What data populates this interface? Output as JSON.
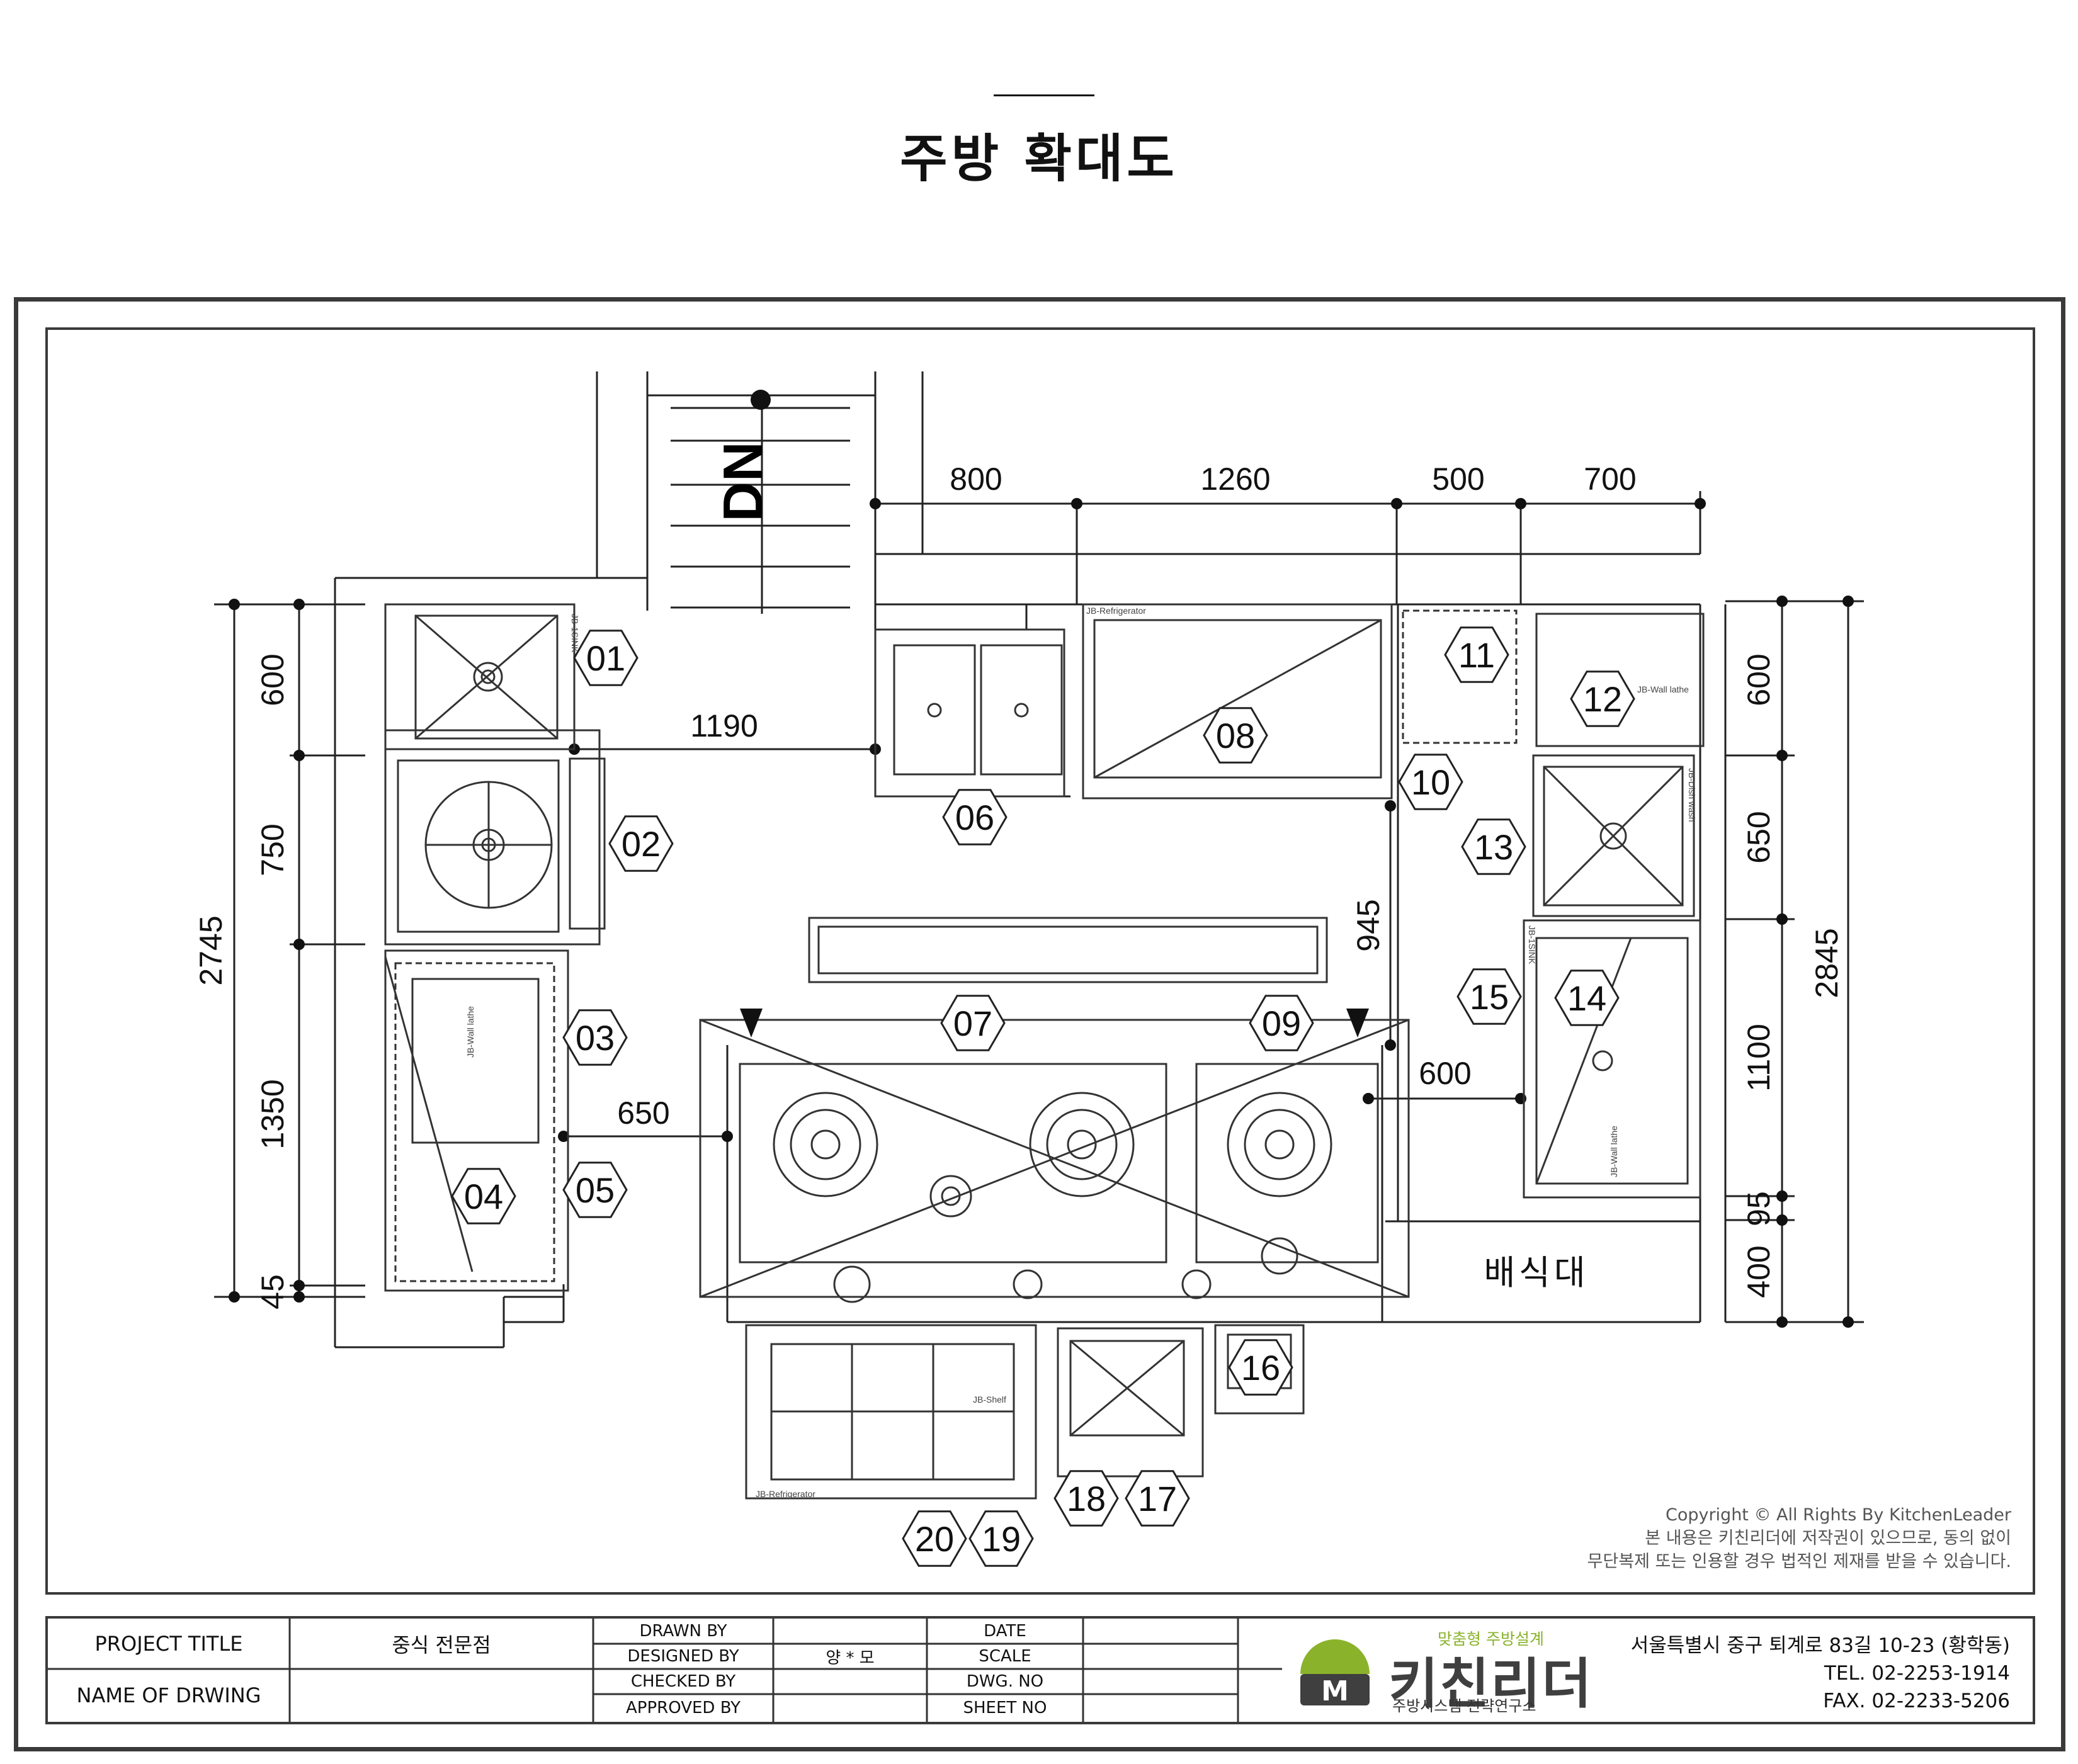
{
  "page": {
    "title": "주방 확대도"
  },
  "plan": {
    "stair_label": "DN",
    "dims_top": [
      "800",
      "1260",
      "500",
      "700"
    ],
    "dims_left": [
      "600",
      "750",
      "1350",
      "45"
    ],
    "dim_left_total": "2745",
    "dims_right": [
      "600",
      "650",
      "1100",
      "95",
      "400"
    ],
    "dim_right_total": "2845",
    "dim_inner": [
      "1190",
      "945",
      "650",
      "600"
    ],
    "items": [
      "01",
      "02",
      "03",
      "04",
      "05",
      "06",
      "07",
      "08",
      "09",
      "10",
      "11",
      "12",
      "13",
      "14",
      "15",
      "16",
      "17",
      "18",
      "19",
      "20"
    ],
    "room_label": "배식대",
    "tiny_labels": {
      "sink1": "JB-1SINK",
      "wall_lathe_left": "JB-Wall lathe",
      "refrigerator_top": "JB-Refrigerator",
      "wall_lathe_right": "JB-Wall lathe",
      "dish_wash": "JB-Dish wash",
      "sink2": "JB-1SINK",
      "wall_lathe_right2": "JB-Wall lathe",
      "shelf": "JB-Shelf",
      "refrigerator_bottom": "JB-Refrigerator"
    }
  },
  "copyright": {
    "line1": "Copyright © All Rights By KitchenLeader",
    "line2": "본 내용은 키친리더에 저작권이 있으므로, 동의 없이",
    "line3": "무단복제 또는 인용할 경우 법적인 제재를 받을 수 있습니다."
  },
  "title_block": {
    "project_title_label": "PROJECT TITLE",
    "project_title_value": "중식 전문점",
    "drawing_name_label": "NAME OF DRWING",
    "drawing_name_value": "",
    "drawn_by_label": "DRAWN BY",
    "designed_by_label": "DESIGNED BY",
    "designed_by_value": "양 * 모",
    "checked_by_label": "CHECKED BY",
    "approved_by_label": "APPROVED BY",
    "date_label": "DATE",
    "scale_label": "SCALE",
    "dwg_no_label": "DWG. NO",
    "sheet_no_label": "SHEET NO"
  },
  "logo": {
    "main": "키친리더",
    "tagline": "맞춤형 주방설계",
    "subline": "주방시스템 전략연구소",
    "brand_color": "#8ab32b"
  },
  "contact": {
    "address": "서울특별시 중구 퇴계로 83길 10-23 (황학동)",
    "tel": "TEL. 02-2253-1914",
    "fax": "FAX. 02-2233-5206"
  }
}
